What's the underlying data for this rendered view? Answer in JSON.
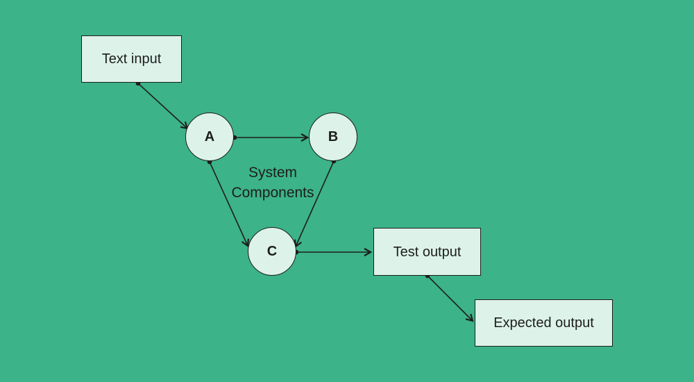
{
  "theme": {
    "background": "#3cb389",
    "shape_fill": "#ddf3ea",
    "line_color": "#1d1d1d",
    "text_color": "#1d1d1d"
  },
  "nodes": {
    "text_input": {
      "label": "Text input",
      "shape": "rectangle"
    },
    "node_a": {
      "label": "A",
      "shape": "circle"
    },
    "node_b": {
      "label": "B",
      "shape": "circle"
    },
    "node_c": {
      "label": "C",
      "shape": "circle"
    },
    "test_output": {
      "label": "Test output",
      "shape": "rectangle"
    },
    "expected_output": {
      "label": "Expected output",
      "shape": "rectangle"
    }
  },
  "annotation": {
    "label": "System Components",
    "line1": "System",
    "line2": "Components"
  },
  "edges": [
    {
      "from": "text_input",
      "to": "node_a"
    },
    {
      "from": "node_a",
      "to": "node_b"
    },
    {
      "from": "node_a",
      "to": "node_c"
    },
    {
      "from": "node_b",
      "to": "node_c"
    },
    {
      "from": "node_c",
      "to": "test_output"
    },
    {
      "from": "test_output",
      "to": "expected_output"
    }
  ]
}
